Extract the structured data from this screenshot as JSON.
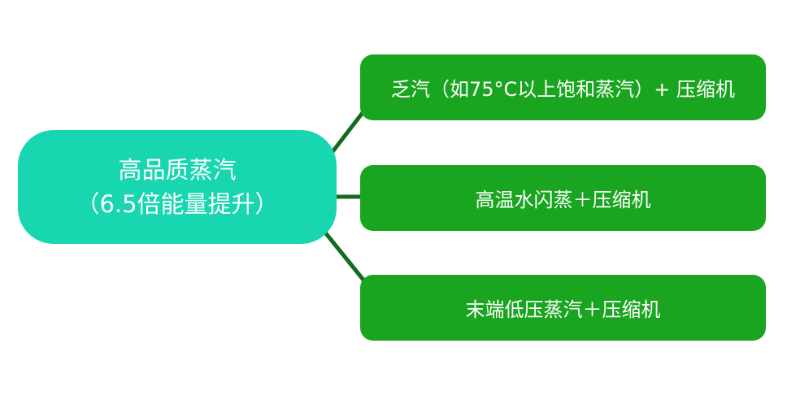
{
  "colors": {
    "root_fill": "#17d6b0",
    "branch_fill": "#19a51f",
    "connector": "#166a1f",
    "text": "#ffffff"
  },
  "root": {
    "line1": "高品质蒸汽",
    "line2": "（6.5倍能量提升）"
  },
  "branches": [
    {
      "label": "乏汽（如75°C以上饱和蒸汽）+ 压缩机"
    },
    {
      "label": "高温水闪蒸＋压缩机"
    },
    {
      "label": "末端低压蒸汽＋压缩机"
    }
  ]
}
